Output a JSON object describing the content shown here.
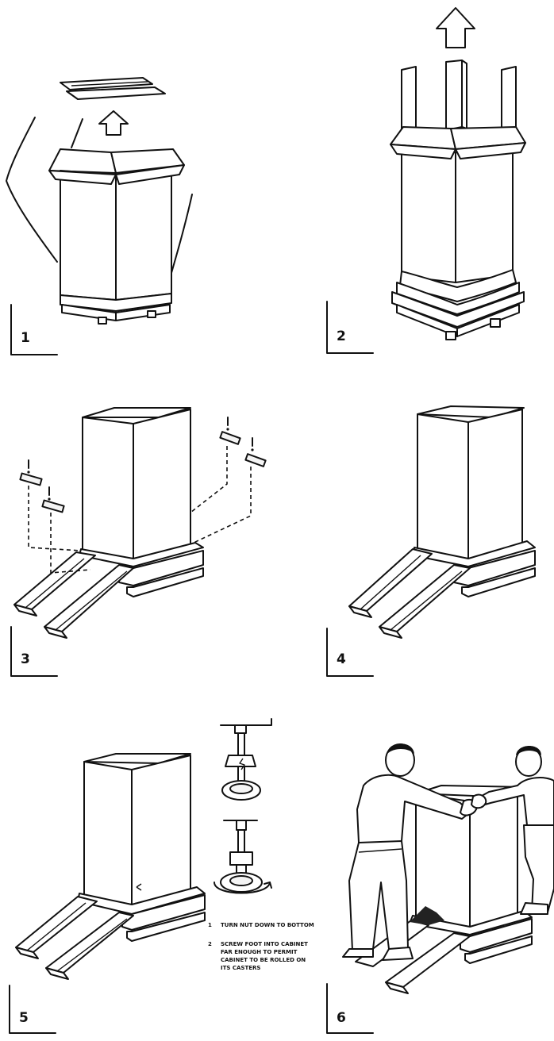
{
  "steps": [
    {
      "number": "1"
    },
    {
      "number": "2"
    },
    {
      "number": "3"
    },
    {
      "number": "4"
    },
    {
      "number": "5",
      "notes": [
        {
          "index": "1",
          "lines": [
            "TURN NUT DOWN TO BOTTOM"
          ]
        },
        {
          "index": "2",
          "lines": [
            "SCREW FOOT INTO CABINET",
            "FAR ENOUGH TO PERMIT",
            "CABINET TO BE ROLLED ON",
            "ITS CASTERS"
          ]
        }
      ]
    },
    {
      "number": "6"
    }
  ],
  "icons": [
    "up-arrow-icon",
    "rotation-arrow-icon"
  ]
}
